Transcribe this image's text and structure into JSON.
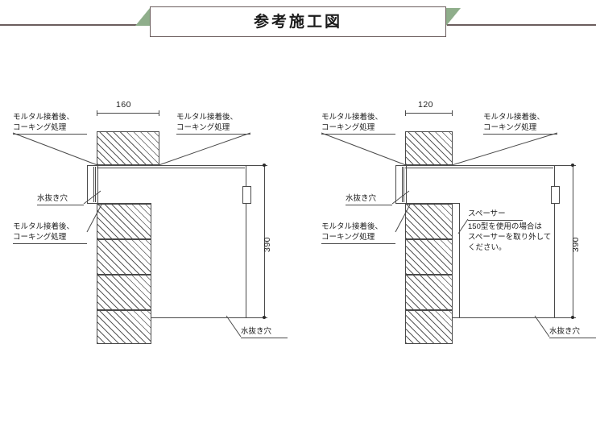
{
  "page": {
    "title": "参考施工図",
    "background": "#ffffff",
    "ribbon_accent": "#8fae8b",
    "line_color": "#4a4a4a",
    "rule_color": "#6b5d5d"
  },
  "header": {
    "banner_label": "参考施工図",
    "left_tri_name": "ribbon-left-triangle",
    "right_tri_name": "ribbon-right-triangle"
  },
  "diagrams": [
    {
      "id": "left",
      "name": "section-160",
      "wall_thickness_dim": "160",
      "height_dim": "390",
      "labels": {
        "upper_left": "モルタル接着後、\nコーキング処理",
        "upper_right": "モルタル接着後、\nコーキング処理",
        "drain_hole_left": "水抜き穴",
        "mid_left": "モルタル接着後、\nコーキング処理",
        "drain_hole_bottom": "水抜き穴"
      }
    },
    {
      "id": "right",
      "name": "section-120",
      "wall_thickness_dim": "120",
      "height_dim": "390",
      "labels": {
        "upper_left": "モルタル接着後、\nコーキング処理",
        "upper_right": "モルタル接着後、\nコーキング処理",
        "drain_hole_left": "水抜き穴",
        "mid_left": "モルタル接着後、\nコーキング処理",
        "spacer_title": "スペーサー",
        "spacer_note": "150型を使用の場合は\nスペーサーを取り外して\nください。",
        "drain_hole_bottom": "水抜き穴"
      }
    }
  ]
}
